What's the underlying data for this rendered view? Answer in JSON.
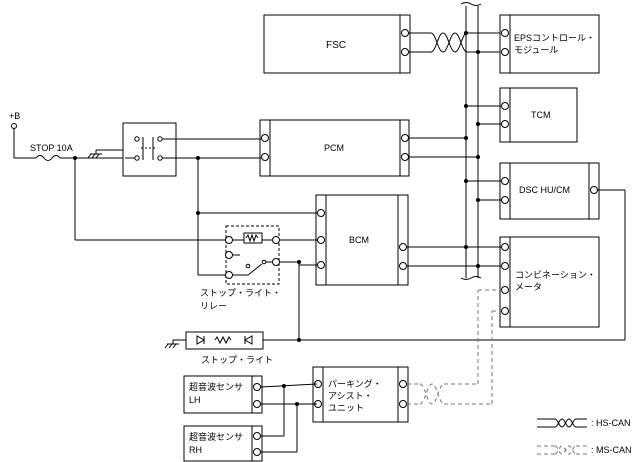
{
  "diagram": {
    "power": {
      "plus_b": "+B",
      "fuse": "STOP 10A"
    },
    "modules": {
      "fsc": "FSC",
      "eps_line1": "EPSコントロール・",
      "eps_line2": "モジュール",
      "tcm": "TCM",
      "pcm": "PCM",
      "dsc": "DSC HU/CM",
      "bcm": "BCM",
      "combi_line1": "コンビネーション・",
      "combi_line2": "メータ",
      "park_line1": "パーキング・",
      "park_line2": "アシスト・",
      "park_line3": "ユニット",
      "sensor_lh_line1": "超音波センサ",
      "sensor_lh_line2": "LH",
      "sensor_rh_line1": "超音波センサ",
      "sensor_rh_line2": "RH"
    },
    "relay": {
      "line1": "ストップ・ライト・",
      "line2": "リレー"
    },
    "stop_light": "ストップ・ライト",
    "legend": {
      "hs_can": ": HS-CAN",
      "ms_can": ": MS-CAN"
    }
  }
}
